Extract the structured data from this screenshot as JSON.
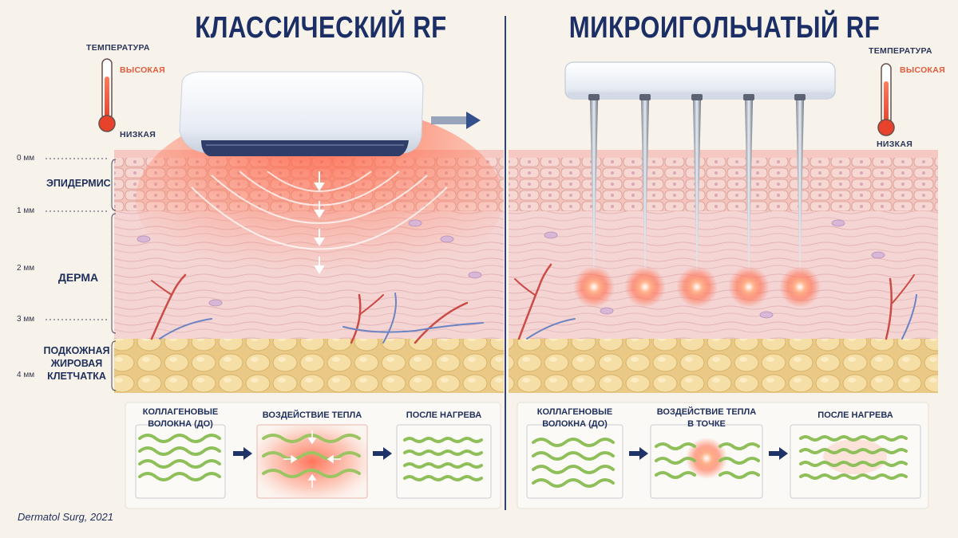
{
  "left": {
    "title": "КЛАССИЧЕСКИЙ RF"
  },
  "right": {
    "title": "МИКРОИГОЛЬЧАТЫЙ RF"
  },
  "thermometer": {
    "label": "ТЕМПЕРАТУРА",
    "high": "ВЫСОКАЯ",
    "low": "НИЗКАЯ"
  },
  "depth_labels": [
    "0 мм",
    "1 мм",
    "2 мм",
    "3 мм",
    "4 мм"
  ],
  "layers": {
    "epidermis": "ЭПИДЕРМИС",
    "dermis": "ДЕРМА",
    "subcutis_line1": "ПОДКОЖНАЯ",
    "subcutis_line2": "ЖИРОВАЯ",
    "subcutis_line3": "КЛЕТЧАТКА"
  },
  "panels": {
    "before_line1": "КОЛЛАГЕНОВЫЕ",
    "before_line2": "ВОЛОКНА (ДО)",
    "heat": "ВОЗДЕЙСТВИЕ ТЕПЛА",
    "heat_point_line1": "ВОЗДЕЙСТВИЕ ТЕПЛА",
    "heat_point_line2": "В ТОЧКЕ",
    "after": "ПОСЛЕ НАГРЕВА"
  },
  "citation": "Dermatol Surg, 2021",
  "colors": {
    "title": "#1b2f66",
    "hot": "#e25b3c",
    "epidermis": "#f2c9c4",
    "dermis": "#f3d4d4",
    "fat": "#f1d79c",
    "collagen": "#8fbf5a"
  }
}
